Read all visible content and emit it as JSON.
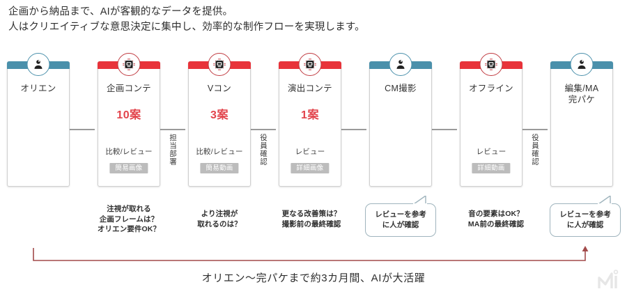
{
  "heading": {
    "line1": "企画から納品まで、AIが客観的なデータを提供。",
    "line2": "人はクリエイティブな意思決定に集中し、効率的な制作フローを実現します。"
  },
  "colors": {
    "human_accent": "#4a90ab",
    "ai_accent": "#e8333a",
    "count_text": "#e2434b",
    "chip_bg": "#bcbcbc",
    "arrow": "#a24a4a"
  },
  "cards": [
    {
      "id": "orien",
      "owner": "human",
      "icon": "person-icon",
      "title": "オリエン",
      "count": "",
      "review_label": "",
      "chip": ""
    },
    {
      "id": "kikaku-conte",
      "owner": "ai",
      "icon": "robot-icon",
      "title": "企画コンテ",
      "count": "10案",
      "review_label": "比較/レビュー",
      "chip": "簡易画像"
    },
    {
      "id": "v-conte",
      "owner": "ai",
      "icon": "robot-icon",
      "title": "Vコン",
      "count": "3案",
      "review_label": "比較/レビュー",
      "chip": "簡易動画"
    },
    {
      "id": "enshutsu-conte",
      "owner": "ai",
      "icon": "robot-icon",
      "title": "演出コンテ",
      "count": "1案",
      "review_label": "レビュー",
      "chip": "詳細画像"
    },
    {
      "id": "cm-satsuei",
      "owner": "human",
      "icon": "person-icon",
      "title": "CM撮影",
      "count": "",
      "review_label": "",
      "chip": ""
    },
    {
      "id": "offline",
      "owner": "ai",
      "icon": "robot-icon",
      "title": "オフライン",
      "count": "",
      "review_label": "レビュー",
      "chip": "詳細動画"
    },
    {
      "id": "henshu-ma",
      "owner": "human",
      "icon": "person-icon",
      "title": "編集/MA\n完パケ",
      "title_line1": "編集/MA",
      "title_line2": "完パケ",
      "count": "",
      "review_label": "",
      "chip": ""
    }
  ],
  "connector_labels": [
    {
      "id": "tantou-busho",
      "text": "担当部署"
    },
    {
      "id": "yakuin-kakunin-1",
      "text": "役員確認"
    },
    {
      "id": "yakuin-kakunin-2",
      "text": "役員確認"
    }
  ],
  "notes": [
    {
      "id": "note-kikaku",
      "type": "text",
      "line1": "注視が取れる",
      "line2": "企画フレームは？",
      "line3": "オリエン要件OK？"
    },
    {
      "id": "note-vcon",
      "type": "text",
      "line1": "より注視が",
      "line2": "取れるのは？",
      "line3": ""
    },
    {
      "id": "note-enshutsu",
      "type": "text",
      "line1": "更なる改善策は？",
      "line2": "撮影前の最終確認",
      "line3": ""
    },
    {
      "id": "note-cm-bubble",
      "type": "bubble",
      "line1": "レビューを参考",
      "line2": "に人が確認",
      "line3": ""
    },
    {
      "id": "note-offline",
      "type": "text",
      "line1": "音の要素はOK？",
      "line2": "MA前の最終確認",
      "line3": ""
    },
    {
      "id": "note-ma-bubble",
      "type": "bubble",
      "line1": "レビューを参考",
      "line2": "に人が確認",
      "line3": ""
    }
  ],
  "footer": {
    "caption": "オリエン〜完パケまで約3カ月間、AIが大活躍",
    "watermark": "m-logo-watermark"
  }
}
